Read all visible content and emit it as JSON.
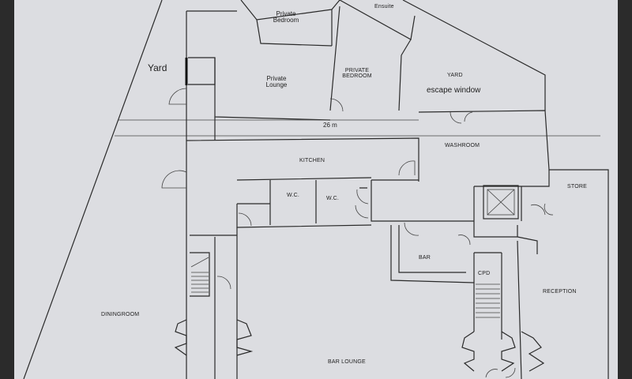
{
  "labels": {
    "private_bedroom_top": "Private\nBedroom",
    "ensuite": "Ensuite",
    "yard_left": "Yard",
    "private_lounge": "Private\nLounge",
    "private_bedroom_mid": "PRIVATE\nBEDROOM",
    "yard_right": "YARD",
    "escape_window": "escape window",
    "dimension": "26 m",
    "washroom": "WASHROOM",
    "kitchen": "KITCHEN",
    "wc_1": "W.C.",
    "wc_2": "W.C.",
    "store": "STORE",
    "bar": "BAR",
    "cpd": "CPD",
    "reception": "RECEPTION",
    "diningroom": "DININGROOM",
    "bar_lounge": "BAR LOUNGE"
  }
}
